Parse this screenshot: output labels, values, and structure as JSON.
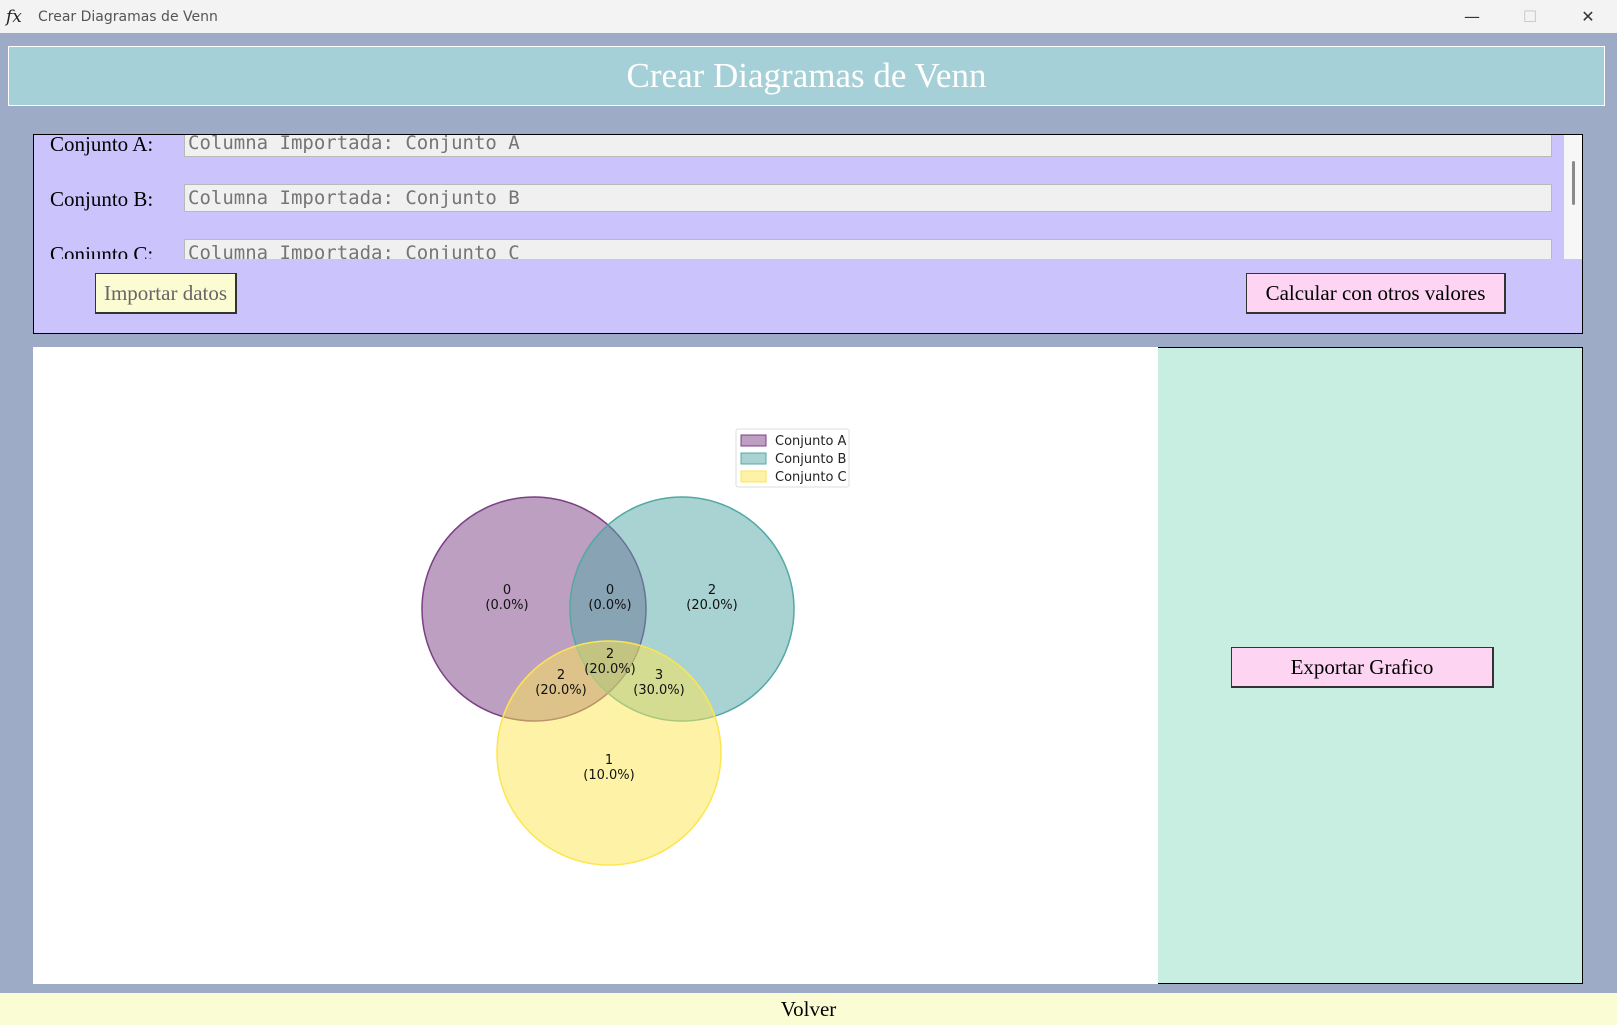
{
  "window": {
    "title": "Crear Diagramas de Venn",
    "app_icon": "fx-icon",
    "controls": {
      "minimize": "—",
      "maximize": "☐",
      "close": "✕"
    }
  },
  "header": {
    "title": "Crear Diagramas de Venn"
  },
  "inputs": {
    "rows": [
      {
        "label": "Conjunto A:",
        "placeholder": "Columna Importada: Conjunto A"
      },
      {
        "label": "Conjunto B:",
        "placeholder": "Columna Importada: Conjunto B"
      },
      {
        "label": "Conjunto C:",
        "placeholder": "Columna Importada: Conjunto C"
      }
    ],
    "import_button": "Importar datos",
    "calc_button": "Calcular con otros valores"
  },
  "side_panel": {
    "export_button": "Exportar Grafico"
  },
  "footer": {
    "back_button": "Volver"
  },
  "chart_data": {
    "type": "venn",
    "sets": [
      {
        "name": "Conjunto A",
        "color": "#7b3f85"
      },
      {
        "name": "Conjunto B",
        "color": "#53a8a6"
      },
      {
        "name": "Conjunto C",
        "color": "#fde54f"
      }
    ],
    "legend_position": "top-right",
    "regions": [
      {
        "sets": [
          "A"
        ],
        "count": "0",
        "percent": "(0.0%)"
      },
      {
        "sets": [
          "A",
          "B"
        ],
        "count": "0",
        "percent": "(0.0%)"
      },
      {
        "sets": [
          "B"
        ],
        "count": "2",
        "percent": "(20.0%)"
      },
      {
        "sets": [
          "A",
          "B",
          "C"
        ],
        "count": "2",
        "percent": "(20.0%)"
      },
      {
        "sets": [
          "A",
          "C"
        ],
        "count": "2",
        "percent": "(20.0%)"
      },
      {
        "sets": [
          "B",
          "C"
        ],
        "count": "3",
        "percent": "(30.0%)"
      },
      {
        "sets": [
          "C"
        ],
        "count": "1",
        "percent": "(10.0%)"
      }
    ]
  }
}
